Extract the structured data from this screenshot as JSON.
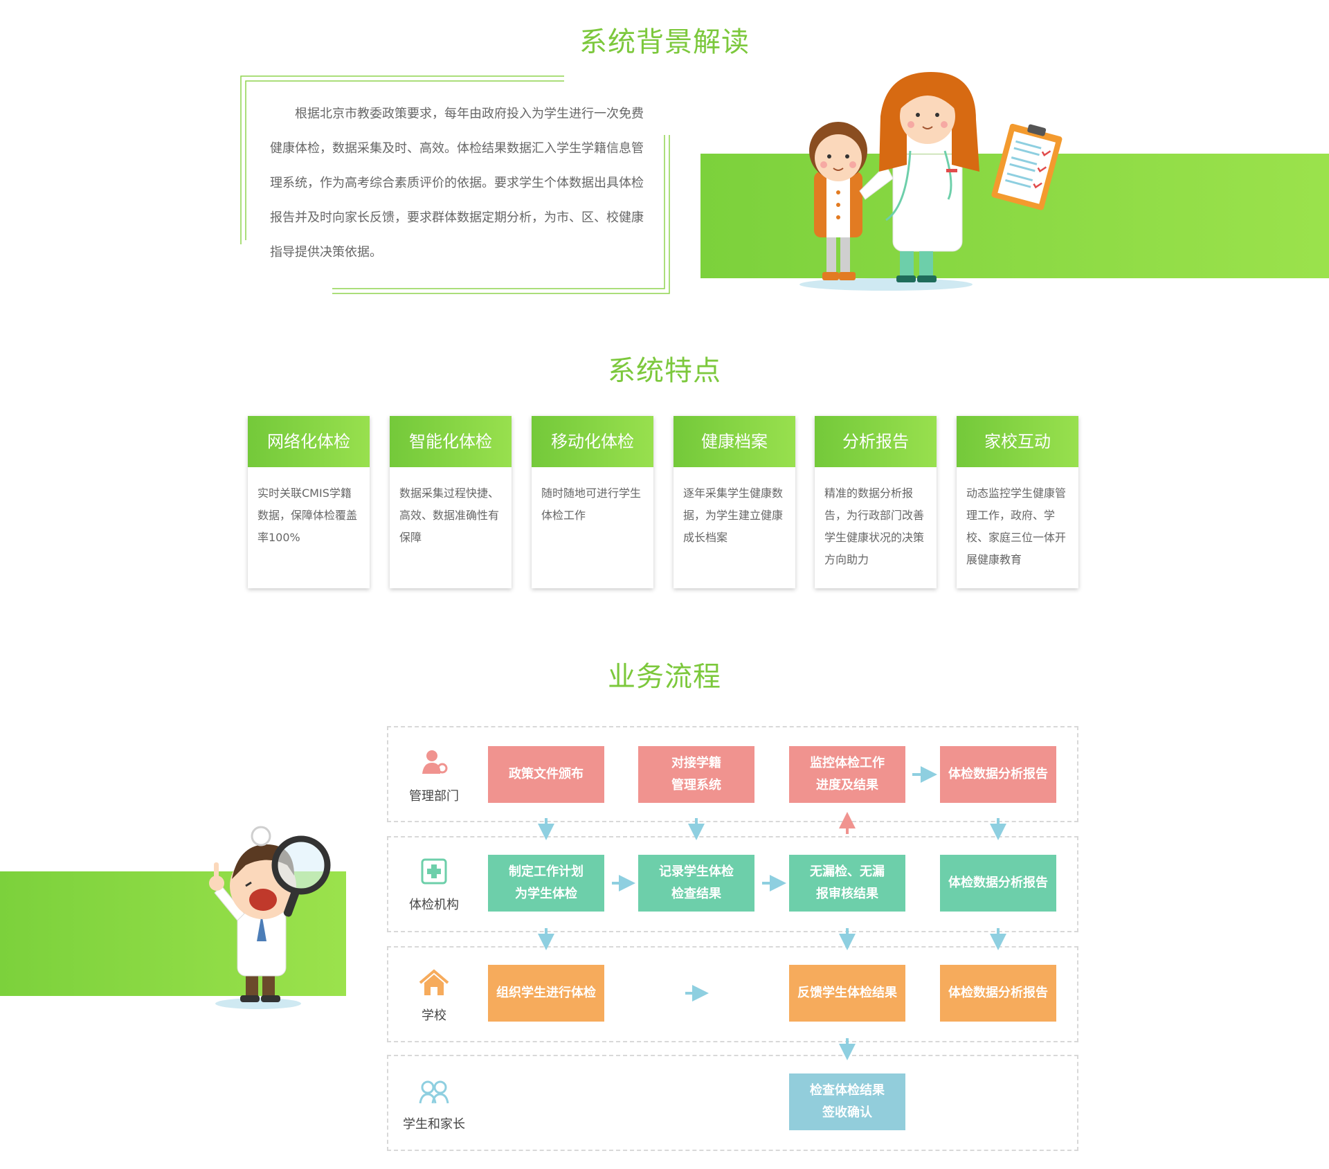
{
  "background": {
    "title": "系统背景解读",
    "text": "根据北京市教委政策要求，每年由政府投入为学生进行一次免费健康体检，数据采集及时、高效。体检结果数据汇入学生学籍信息管理系统，作为高考综合素质评价的依据。要求学生个体数据出具体检报告并及时向家长反馈，要求群体数据定期分析，为市、区、校健康指导提供决策依据。"
  },
  "features": {
    "title": "系统特点",
    "items": [
      {
        "title": "网络化体检",
        "desc": "实时关联CMIS学籍数据，保障体检覆盖率100%"
      },
      {
        "title": "智能化体检",
        "desc": "数据采集过程快捷、高效、数据准确性有保障"
      },
      {
        "title": "移动化体检",
        "desc": "随时随地可进行学生体检工作"
      },
      {
        "title": "健康档案",
        "desc": "逐年采集学生健康数据，为学生建立健康成长档案"
      },
      {
        "title": "分析报告",
        "desc": "精准的数据分析报告，为行政部门改善学生健康状况的决策方向助力"
      },
      {
        "title": "家校互动",
        "desc": "动态监控学生健康管理工作，政府、学校、家庭三位一体开展健康教育"
      }
    ]
  },
  "process": {
    "title": "业务流程",
    "lanes": [
      {
        "label": "管理部门",
        "icon": "admin-icon"
      },
      {
        "label": "体检机构",
        "icon": "medical-plus-icon"
      },
      {
        "label": "学校",
        "icon": "house-icon"
      },
      {
        "label": "学生和家长",
        "icon": "parents-icon"
      }
    ],
    "boxes": {
      "policy": "政策文件颁布",
      "connect": "对接学籍管理系统",
      "monitor": "监控体检工作进度及结果",
      "report1": "体检数据分析报告",
      "plan": "制定工作计划为学生体检",
      "record": "记录学生体检检查结果",
      "audit": "无漏检、无漏报审核结果",
      "report2": "体检数据分析报告",
      "organize": "组织学生进行体检",
      "feedback": "反馈学生体检结果",
      "report3": "体检数据分析报告",
      "confirm": "检查体检结果签收确认"
    }
  },
  "colors": {
    "accent": "#7cc83c",
    "pink": "#f0938f",
    "teal": "#6dcfaa",
    "orange": "#f6ab5c",
    "blue": "#92cddb",
    "arrow": "#8ecfe0",
    "arrow_up": "#f0938f"
  }
}
